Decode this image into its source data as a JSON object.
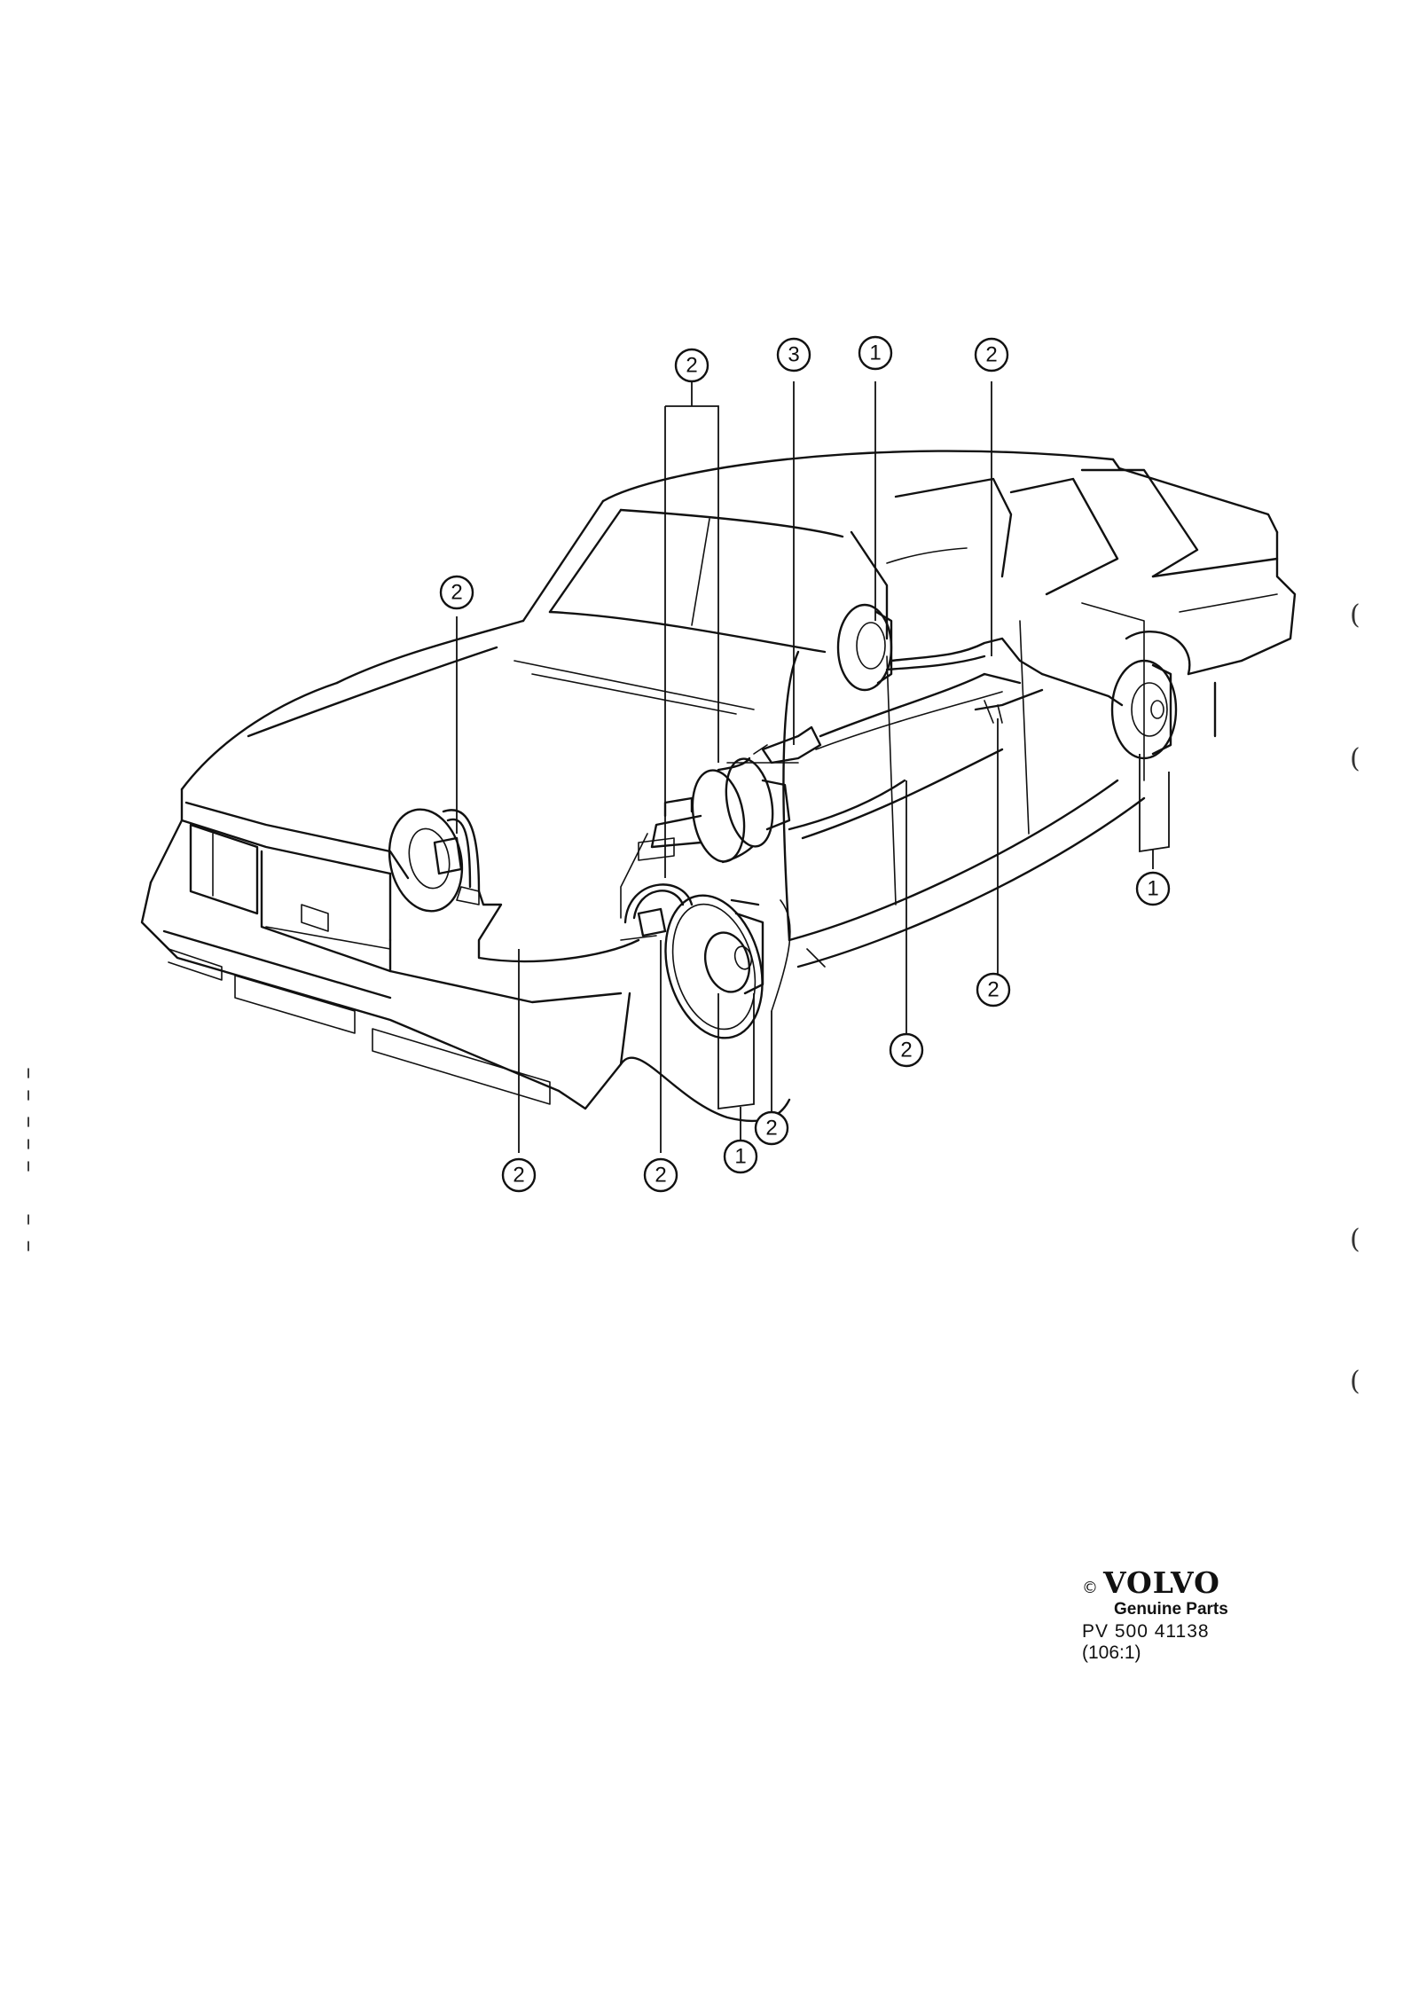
{
  "callouts": [
    {
      "id": "c1",
      "text": "2"
    },
    {
      "id": "c2",
      "text": "3"
    },
    {
      "id": "c3",
      "text": "1"
    },
    {
      "id": "c4",
      "text": "2"
    },
    {
      "id": "c5",
      "text": "2"
    },
    {
      "id": "c6",
      "text": "1"
    },
    {
      "id": "c7",
      "text": "2"
    },
    {
      "id": "c8",
      "text": "2"
    },
    {
      "id": "c9",
      "text": "2"
    },
    {
      "id": "c10",
      "text": "2"
    },
    {
      "id": "c11",
      "text": "1"
    },
    {
      "id": "c12",
      "text": "2"
    }
  ],
  "footer": {
    "copyright_symbol": "©",
    "brand": "VOLVO",
    "subtitle": "Genuine Parts",
    "part_number": "PV 500 41138",
    "reference": "(106:1)"
  },
  "margin_marks": [
    "(",
    "(",
    "(",
    "("
  ]
}
